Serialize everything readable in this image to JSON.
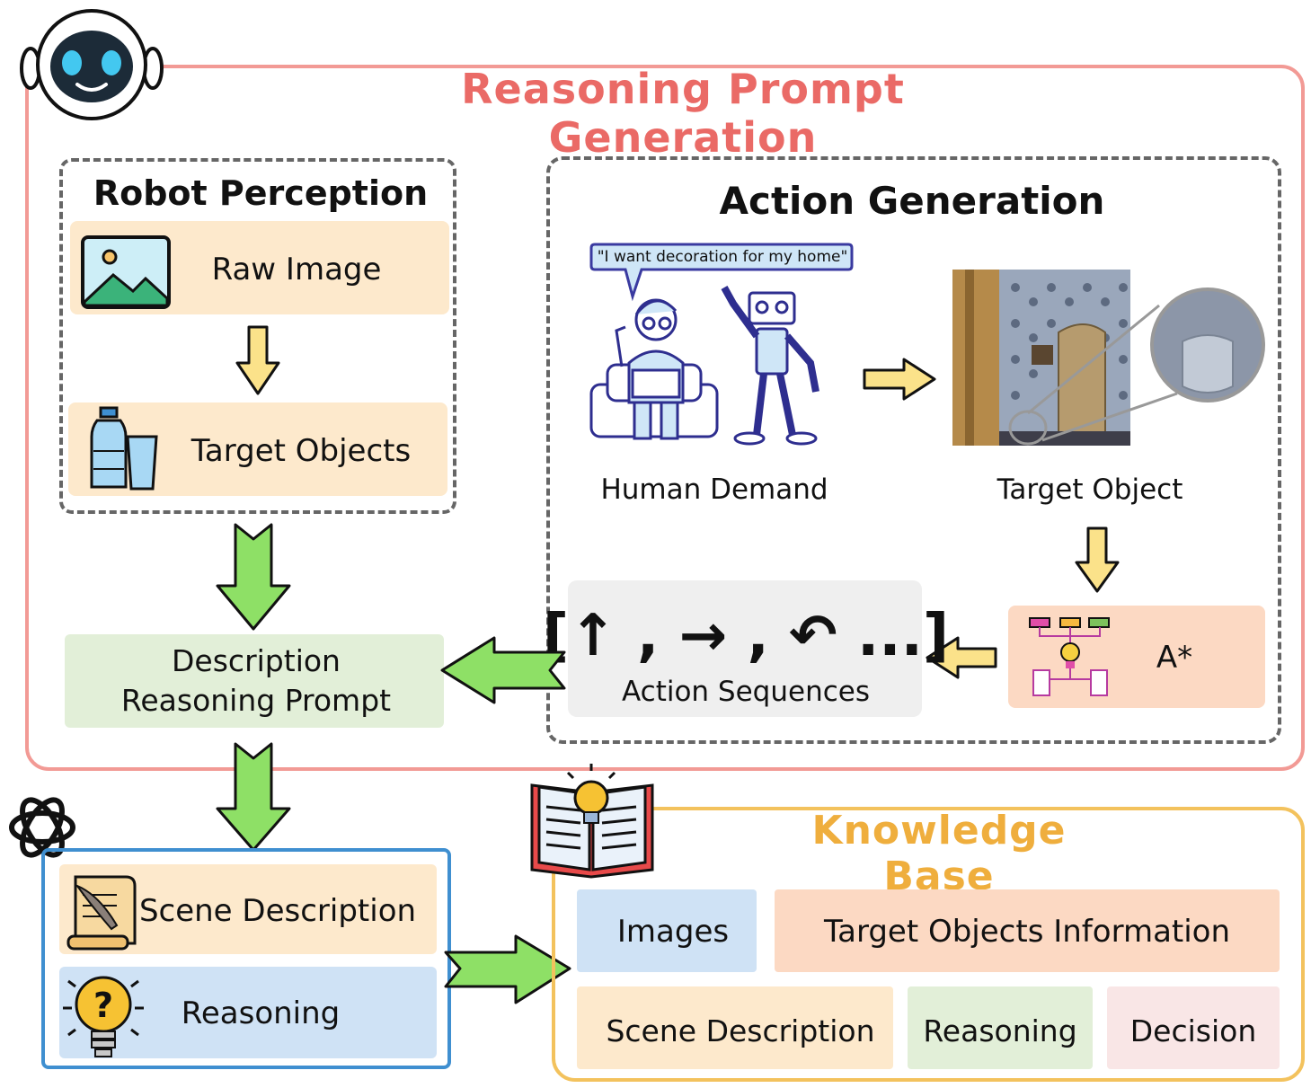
{
  "main_title": "Reasoning Prompt Generation",
  "robot_perception": {
    "title": "Robot Perception",
    "raw_image": "Raw Image",
    "target_objects": "Target Objects"
  },
  "action_generation": {
    "title": "Action Generation",
    "speech": "\"I want decoration for my home\"",
    "human_demand": "Human Demand",
    "target_object": "Target Object",
    "planner": "A*",
    "sequence_symbols": "[↑ , → , ↶ ...]",
    "action_sequences": "Action Sequences"
  },
  "description_prompt": "Description Reasoning Prompt",
  "llm_output": {
    "scene_description": "Scene Description",
    "reasoning": "Reasoning"
  },
  "knowledge_base": {
    "title": "Knowledge Base",
    "images": "Images",
    "target_info": "Target Objects Information",
    "scene_description": "Scene Description",
    "reasoning": "Reasoning",
    "decision": "Decision"
  },
  "colors": {
    "red_frame": "#f29a95",
    "orange_frame": "#f3c25d",
    "blue_frame": "#3f8fd0",
    "peach": "#fde9cc",
    "green_box": "#e2efd8",
    "blue_box": "#cfe2f5",
    "salmon": "#fcd9c3",
    "pink": "#f9e6e6",
    "gray_box": "#efefef",
    "arrow_green": "#8ee066",
    "arrow_yellow": "#fbe28a"
  }
}
